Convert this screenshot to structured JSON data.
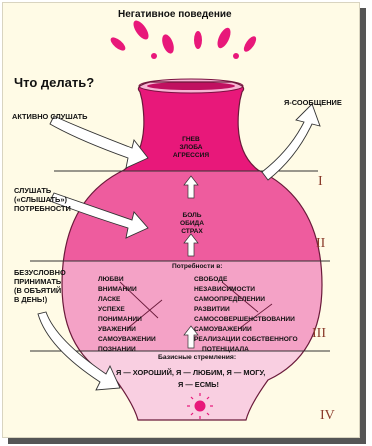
{
  "title": "Негативное поведение",
  "question": "Что делать?",
  "left_labels": {
    "listen": "АКТИВНО СЛУШАТЬ",
    "hear": [
      "СЛУШАТЬ",
      "(«СЛЫШАТЬ»)",
      "ПОТРЕБНОСТИ"
    ],
    "accept": [
      "БЕЗУСЛОВНО",
      "ПРИНИМАТЬ",
      "(В ОБЪЯТИЙ",
      "В ДЕНЬ!)"
    ]
  },
  "right_label": "Я-СООБЩЕНИЕ",
  "levels": {
    "top": [
      "ГНЕВ",
      "ЗЛОБА",
      "АГРЕССИЯ"
    ],
    "middle": [
      "БОЛЬ",
      "ОБИДА",
      "СТРАХ"
    ]
  },
  "needs_title": "Потребности в:",
  "needs_left": [
    "ЛЮБВИ",
    "ВНИМАНИИ",
    "ЛАСКЕ",
    "УСПЕХЕ",
    "ПОНИМАНИИ",
    "УВАЖЕНИИ",
    "САМОУВАЖЕНИИ",
    "ПОЗНАНИИ"
  ],
  "needs_right": [
    "СВОБОДЕ",
    "НЕЗАВИСИМОСТИ",
    "САМООПРЕДЕЛЕНИИ",
    "РАЗВИТИИ",
    "САМОСОВЕРШЕНСТВОВАНИИ",
    "САМОУВАЖЕНИИ",
    "РЕАЛИЗАЦИИ СОБСТВЕННОГО",
    "ПОТЕНЦИАЛА"
  ],
  "basic_title": "Базисные стремления:",
  "basic_lines": [
    "Я — ХОРОШИЙ, Я — ЛЮБИМ, Я — МОГУ,",
    "Я — ЕСМЬ!"
  ],
  "roman": [
    "I",
    "II",
    "III",
    "IV"
  ],
  "colors": {
    "magenta": "#e8187a",
    "pink_mid": "#ee5c9e",
    "pink_light": "#f4a2c6",
    "pink_pale": "#f9cfe1",
    "cream": "#fffbe6",
    "sun": "#e8187a"
  }
}
